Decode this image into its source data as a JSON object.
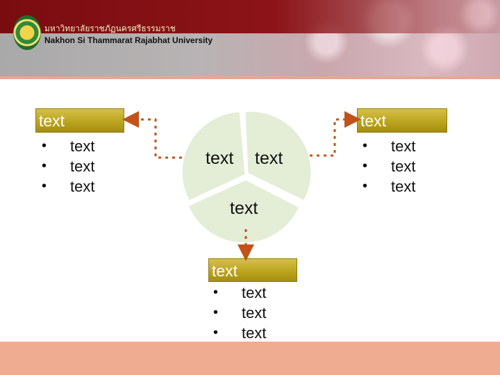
{
  "header": {
    "thai_name": "มหาวิทยาลัยราชภัฏนครศรีธรรมราช",
    "english_name": "Nakhon Si Thammarat Rajabhat University"
  },
  "left_box": {
    "title": "text",
    "items": [
      "text",
      "text",
      "text"
    ]
  },
  "right_box": {
    "title": "text",
    "items": [
      "text",
      "text",
      "text"
    ]
  },
  "bottom_box": {
    "title": "text",
    "items": [
      "text",
      "text",
      "text"
    ]
  },
  "cycle": {
    "segments": [
      "text",
      "text",
      "text"
    ]
  },
  "colors": {
    "header_red": "#8c1418",
    "gold": "#c8b02a",
    "arrow": "#c0531a",
    "footer": "#f0ac90",
    "segment_fill": "#e4edd6"
  }
}
